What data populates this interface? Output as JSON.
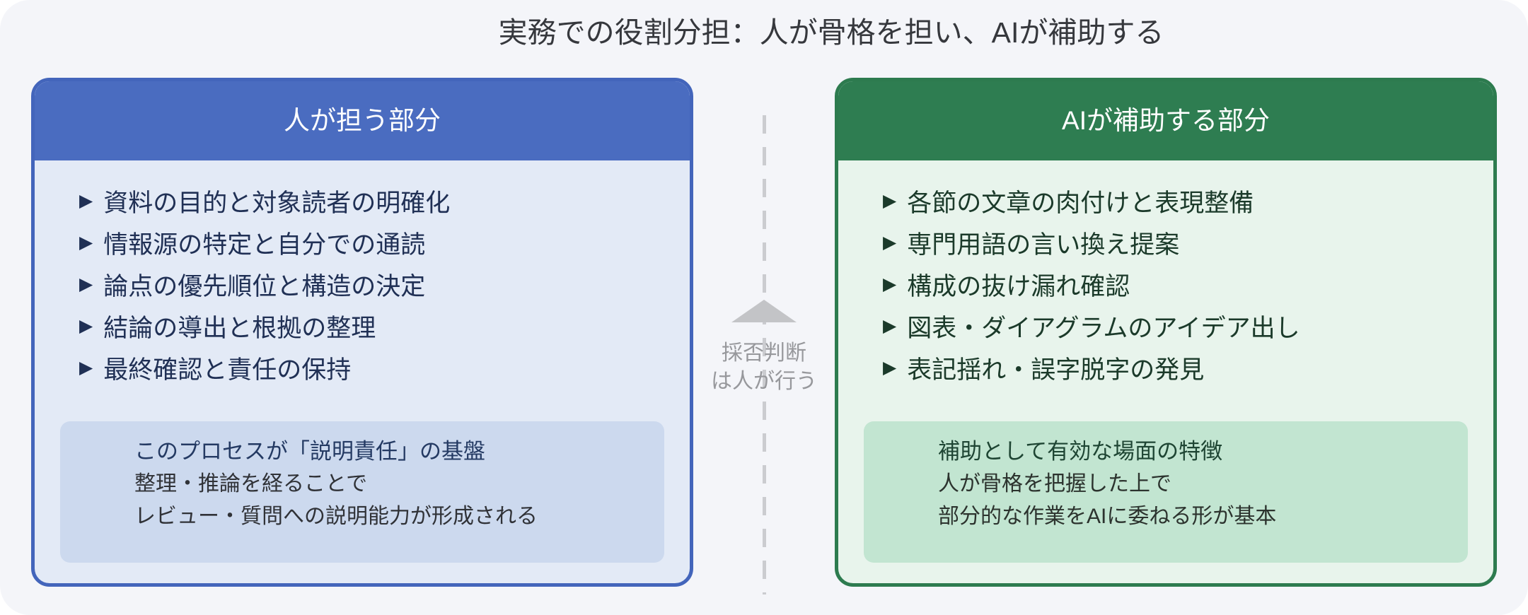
{
  "title": "実務での役割分担：人が骨格を担い、AIが補助する",
  "bullet_glyph": "▶",
  "human_card": {
    "header": "人が担う部分",
    "items": [
      "資料の目的と対象読者の明確化",
      "情報源の特定と自分での通読",
      "論点の優先順位と構造の決定",
      "結論の導出と根拠の整理",
      "最終確認と責任の保持"
    ],
    "note": {
      "title": "このプロセスが「説明責任」の基盤",
      "lines": [
        "整理・推論を経ることで",
        "レビュー・質問への説明能力が形成される"
      ]
    }
  },
  "ai_card": {
    "header": "AIが補助する部分",
    "items": [
      "各節の文章の肉付けと表現整備",
      "専門用語の言い換え提案",
      "構成の抜け漏れ確認",
      "図表・ダイアグラムのアイデア出し",
      "表記揺れ・誤字脱字の発見"
    ],
    "note": {
      "title": "補助として有効な場面の特徴",
      "lines": [
        "人が骨格を把握した上で",
        "部分的な作業をAIに委ねる形が基本"
      ]
    }
  },
  "divider": {
    "label_lines": [
      "採否判断",
      "は人が行う"
    ]
  },
  "colors": {
    "page_background": "#f4f5f9",
    "human_accent": "#4a6cc0",
    "human_border": "#4365bb",
    "human_body": "#e3eaf6",
    "human_note": "#ccd9ee",
    "human_text": "#203055",
    "ai_accent": "#2e7d51",
    "ai_border": "#2d7b4f",
    "ai_body": "#e8f4ec",
    "ai_note": "#c2e5d1",
    "ai_text": "#1b3a2a",
    "divider_gray": "#c3c4c7",
    "divider_label_gray": "#97989c"
  }
}
